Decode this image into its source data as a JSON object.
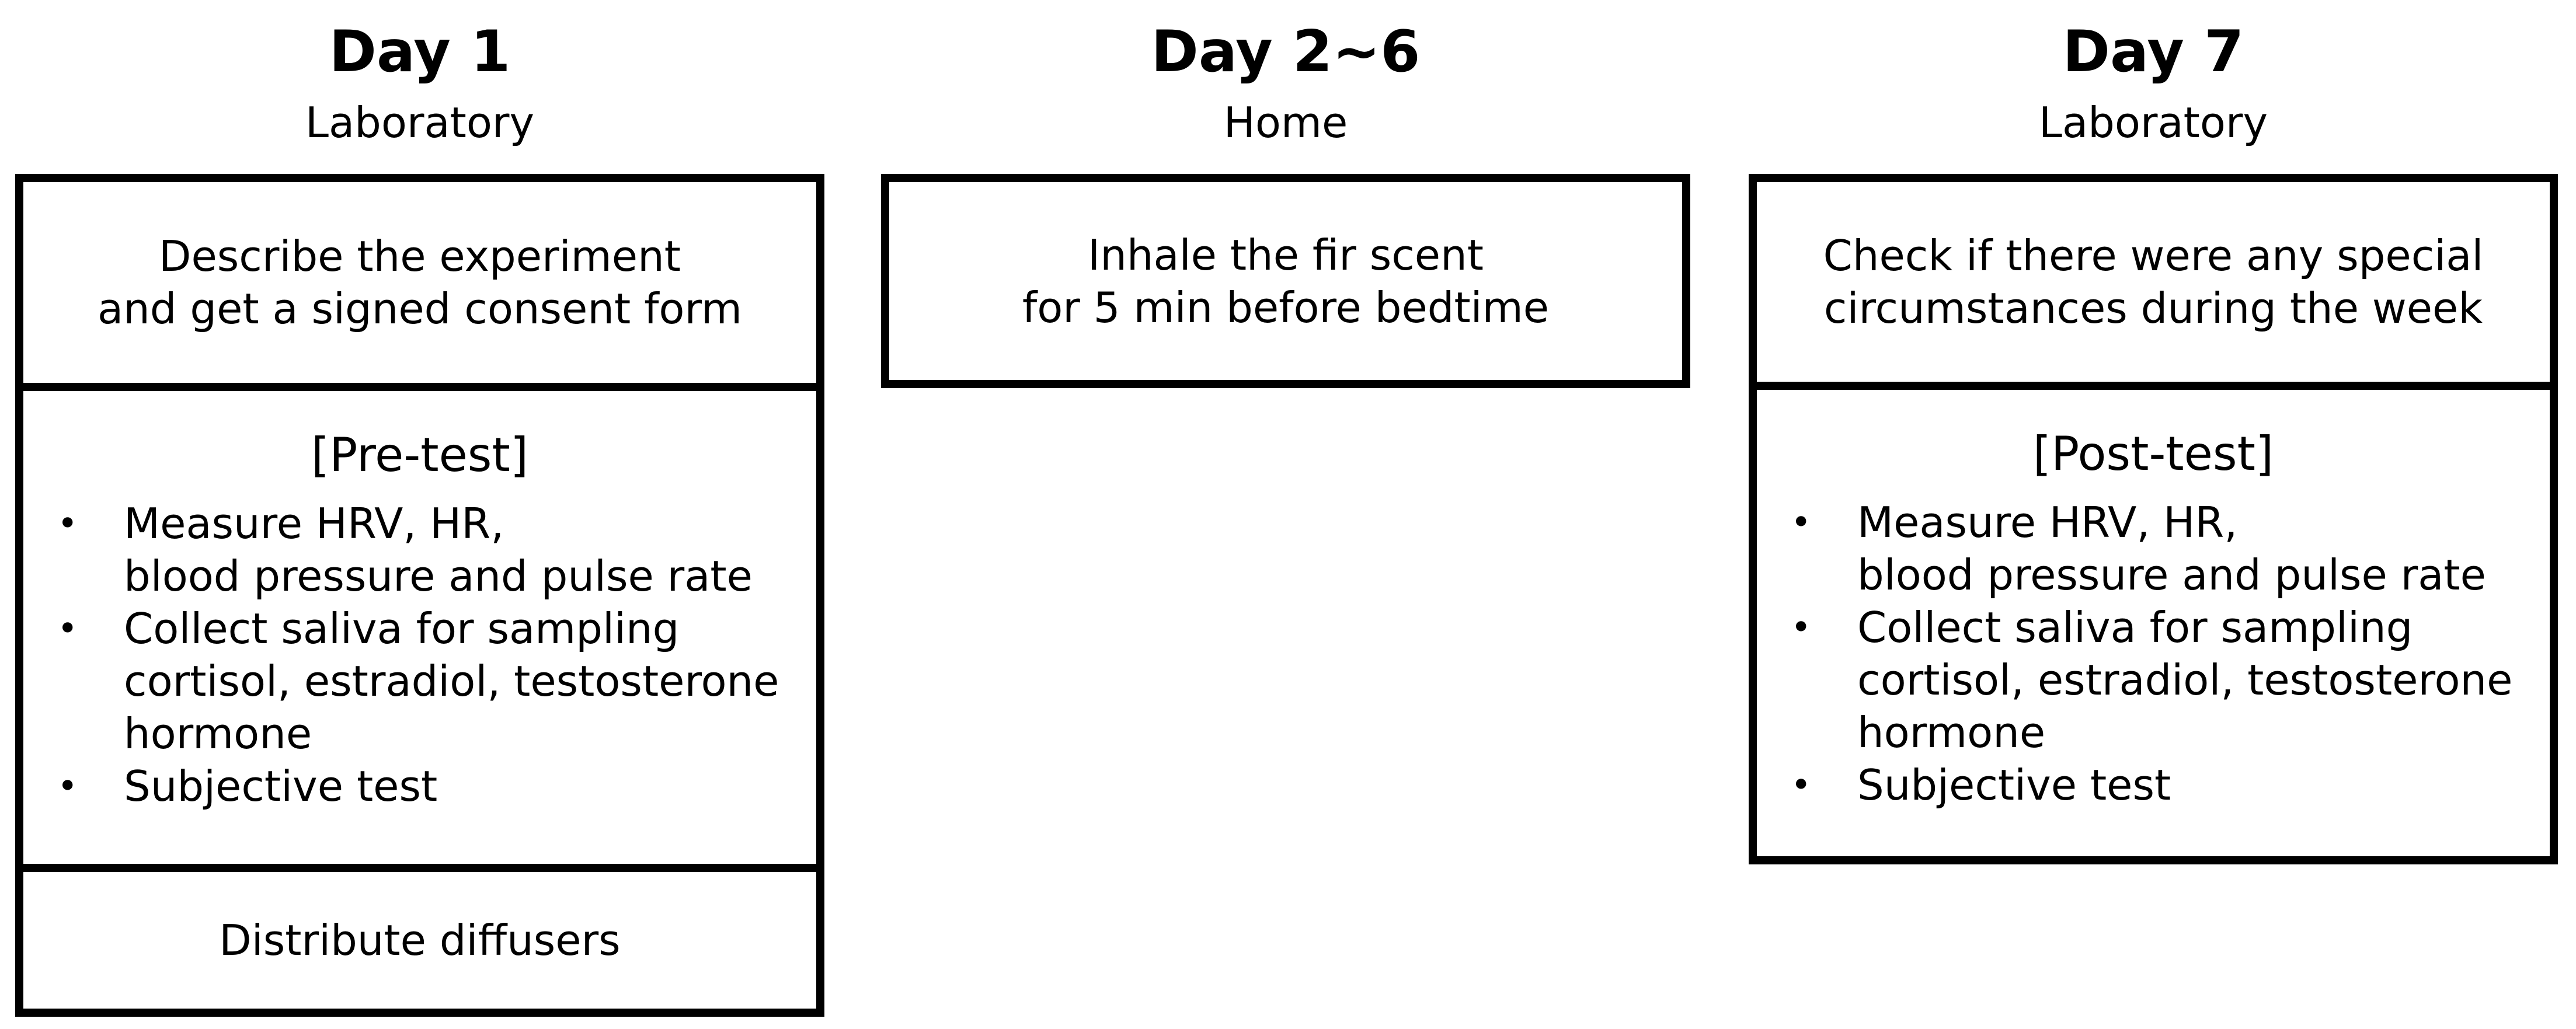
{
  "columns": [
    {
      "day": "Day 1",
      "location": "Laboratory",
      "top_box": [
        "Describe the experiment",
        "and get a signed consent form"
      ],
      "test_title": "[Pre-test]",
      "bullets": [
        [
          "Measure HRV, HR,",
          "blood pressure and pulse rate"
        ],
        [
          "Collect saliva for sampling",
          "cortisol, estradiol, testosterone",
          "hormone"
        ],
        [
          "Subjective test"
        ]
      ],
      "bottom_box": "Distribute diffusers"
    },
    {
      "day": "Day 2~6",
      "location": "Home",
      "top_box": [
        "Inhale the fir scent",
        "for 5 min before bedtime"
      ]
    },
    {
      "day": "Day 7",
      "location": "Laboratory",
      "top_box": [
        "Check if there were any special",
        "circumstances during the week"
      ],
      "test_title": "[Post-test]",
      "bullets": [
        [
          "Measure HRV, HR,",
          "blood pressure and pulse rate"
        ],
        [
          "Collect saliva for sampling",
          "cortisol, estradiol, testosterone",
          "hormone"
        ],
        [
          "Subjective test"
        ]
      ]
    }
  ],
  "bullet_symbol": "•"
}
